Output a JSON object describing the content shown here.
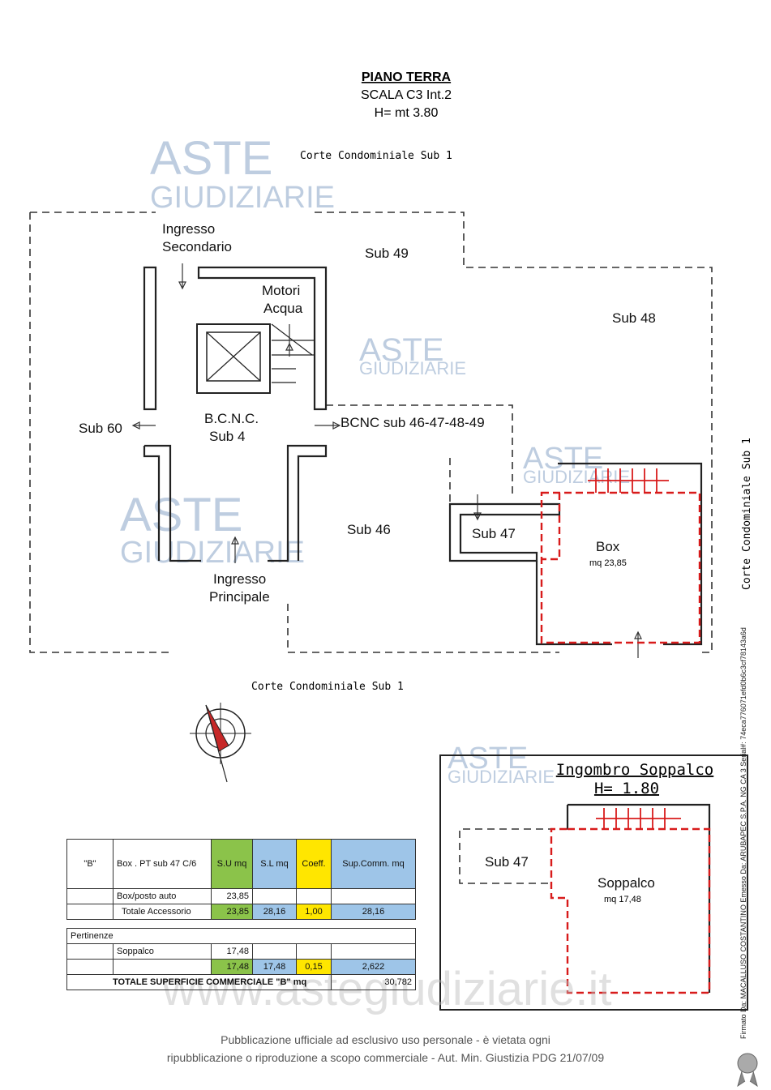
{
  "header": {
    "title": "PIANO TERRA",
    "subtitle1": "SCALA C3 Int.2",
    "subtitle2": "H= mt 3.80"
  },
  "watermark": {
    "line1": "ASTE",
    "line2": "GIUDIZIARIE",
    "site": "www.astegiudiziarie.it"
  },
  "labels": {
    "corte_top": "Corte Condominiale Sub 1",
    "corte_bottom": "Corte Condominiale Sub 1",
    "corte_right": "Corte Condominiale Sub 1",
    "ingresso_sec_1": "Ingresso",
    "ingresso_sec_2": "Secondario",
    "sub49": "Sub 49",
    "sub48": "Sub 48",
    "motori_1": "Motori",
    "motori_2": "Acqua",
    "sub60": "Sub 60",
    "bcnc_1": "B.C.N.C.",
    "bcnc_2": "Sub 4",
    "bcnc_sub": "BCNC sub 46-47-48-49",
    "sub46": "Sub 46",
    "sub47": "Sub 47",
    "box": "Box",
    "box_mq": "mq 23,85",
    "ingresso_pr_1": "Ingresso",
    "ingresso_pr_2": "Principale"
  },
  "soppalco": {
    "title": "Ingombro Soppalco",
    "height": "H= 1.80",
    "sub47": "Sub 47",
    "label": "Soppalco",
    "mq": "mq 17,48"
  },
  "table": {
    "head": [
      "\"B\"",
      "Box . PT sub 47 C/6",
      "S.U mq",
      "S.L mq",
      "Coeff.",
      "Sup.Comm. mq"
    ],
    "row_box": [
      "",
      "Box/posto auto",
      "23,85",
      "",
      "",
      ""
    ],
    "row_tot_acc": [
      "",
      "Totale Accessorio",
      "23,85",
      "28,16",
      "1,00",
      "28,16"
    ],
    "pertinenze": "Pertinenze",
    "row_sopp": [
      "",
      "Soppalco",
      "17,48",
      "",
      "",
      ""
    ],
    "row_sopp_tot": [
      "",
      "",
      "17,48",
      "17,48",
      "0,15",
      "2,622"
    ],
    "row_total": [
      "TOTALE SUPERFICIE COMMERCIALE \"B\" mq",
      "30,782"
    ],
    "colors": {
      "su": "#8bc34a",
      "sl": "#9ec5e8",
      "coeff": "#ffe600",
      "comm": "#9ec5e8"
    }
  },
  "footer": {
    "line1": "Pubblicazione ufficiale ad esclusivo uso personale - è vietata ogni",
    "line2": "ripubblicazione o riproduzione a scopo commerciale - Aut. Min. Giustizia PDG 21/07/09"
  },
  "signature": "Firmato Da: MACALLUSO COSTANTINO Emesso Da: ARUBAPEC S.P.A. NG CA 3 Serial#: 74eca776071efd0b6c3cf78143a6d"
}
